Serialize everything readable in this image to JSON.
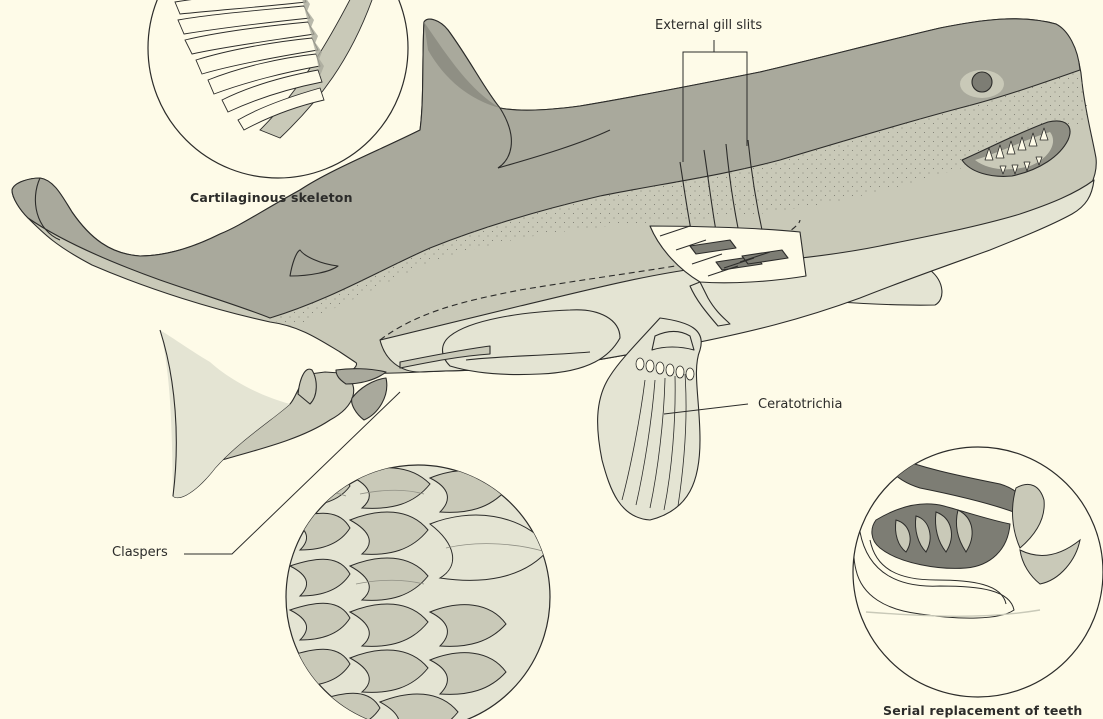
{
  "diagram": {
    "labels": {
      "gill_slits": "External gill slits",
      "skeleton": "Cartilaginous skeleton",
      "ceratotrichia": "Ceratotrichia",
      "claspers": "Claspers",
      "teeth": "Serial replacement of teeth"
    }
  },
  "colors": {
    "background": "#fefbe8",
    "dorsal": "#a9a99c",
    "dorsal_dark": "#8f8f84",
    "belly": "#e4e4d3",
    "mid": "#c9c9b8",
    "outline": "#2c2c2a"
  }
}
